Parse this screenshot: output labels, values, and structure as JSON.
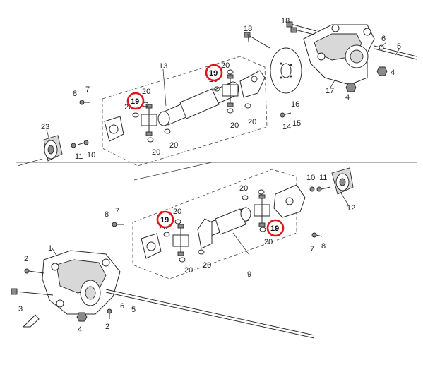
{
  "labels": {
    "l1": "1",
    "l2a": "2",
    "l2b": "2",
    "l3": "3",
    "l4a": "4",
    "l4b": "4",
    "l5a": "5",
    "l5b": "5",
    "l6a": "6",
    "l6b": "6",
    "l7a": "7",
    "l7b": "7",
    "l7c": "7",
    "l8a": "8",
    "l8b": "8",
    "l8c": "8",
    "l9": "9",
    "l10a": "10",
    "l10b": "10",
    "l11a": "11",
    "l11b": "11",
    "l12": "12",
    "l13": "13",
    "l14": "14",
    "l15": "15",
    "l16": "16",
    "l17": "17",
    "l18a": "18",
    "l18b": "18",
    "l20a": "20",
    "l20b": "20",
    "l20c": "20",
    "l20d": "20",
    "l20e": "20",
    "l20f": "20",
    "l20g": "20",
    "l20h": "20",
    "l20i": "20",
    "l20j": "20",
    "l20k": "20",
    "l20l": "20",
    "l20m": "20",
    "l20n": "20",
    "l23": "23"
  },
  "highlights": {
    "c1": "19",
    "c2": "19",
    "c3": "19",
    "c4": "19"
  },
  "colors": {
    "highlight": "#e0151b",
    "line": "#2a2a2a"
  }
}
